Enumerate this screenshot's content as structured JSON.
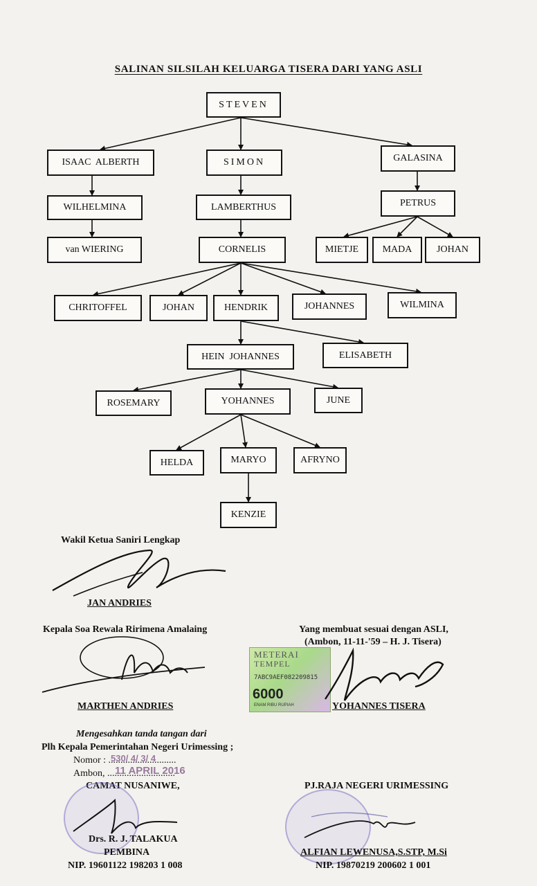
{
  "title": "SALINAN SILSILAH KELUARGA TISERA DARI YANG ASLI",
  "tree": {
    "steven": "STEVEN",
    "isaac": "ISAAC  ALBERTH",
    "simon": "SIMON",
    "galasina": "GALASINA",
    "wilhelmina": "WILHELMINA",
    "lamberthus": "LAMBERTHUS",
    "petrus": "PETRUS",
    "vanwiering": "van WIERING",
    "cornelis": "CORNELIS",
    "mietje": "MIETJE",
    "mada": "MADA",
    "johan1": "JOHAN",
    "chritoffel": "CHRITOFFEL",
    "johan2": "JOHAN",
    "hendrik": "HENDRIK",
    "johannes": "JOHANNES",
    "wilmina": "WILMINA",
    "heinjohannes": "HEIN  JOHANNES",
    "elisabeth": "ELISABETH",
    "rosemary": "ROSEMARY",
    "yohannes": "YOHANNES",
    "june": "JUNE",
    "helda": "HELDA",
    "maryo": "MARYO",
    "afryno": "AFRYNO",
    "kenzie": "KENZIE"
  },
  "signatures": {
    "wakil_title": "Wakil Ketua Saniri Lengkap",
    "wakil_name": "JAN ANDRIES",
    "kepala_soa_title": "Kepala Soa Rewala Ririmena Amalaing",
    "kepala_soa_name": "MARTHEN ANDRIES",
    "maker_line1": "Yang membuat sesuai dengan ASLI,",
    "maker_line2": "(Ambon, 11-11-'59 – H. J. Tisera)",
    "maker_name": "YOHANNES TISERA",
    "mengesahkan1": "Mengesahkan tanda tangan dari",
    "mengesahkan2": "Plh Kepala Pemerintahan Negeri Urimessing ;",
    "nomor_label": "Nomor : ............................",
    "ambon_label": "Ambon, ............................",
    "nomor_value": "530/ 4/ 3/ 4",
    "ambon_value": "11 APRIL 2016",
    "camat_title": "CAMAT NUSANIWE,",
    "camat_name": "Drs. R. J. TALAKUA",
    "camat_rank": "PEMBINA",
    "camat_nip": "NIP. 19601122 198203 1 008",
    "raja_title": "PJ.RAJA NEGERI URIMESSING",
    "raja_name": "ALFIAN LEWENUSA,S.STP, M.Si",
    "raja_nip": "NIP. 19870219 200602 1 001"
  },
  "stamp": {
    "line1": "METERAI",
    "line2": "TEMPEL",
    "code": "7ABC9AEF082209815",
    "value": "6000",
    "words": "ENAM RIBU RUPIAH"
  }
}
